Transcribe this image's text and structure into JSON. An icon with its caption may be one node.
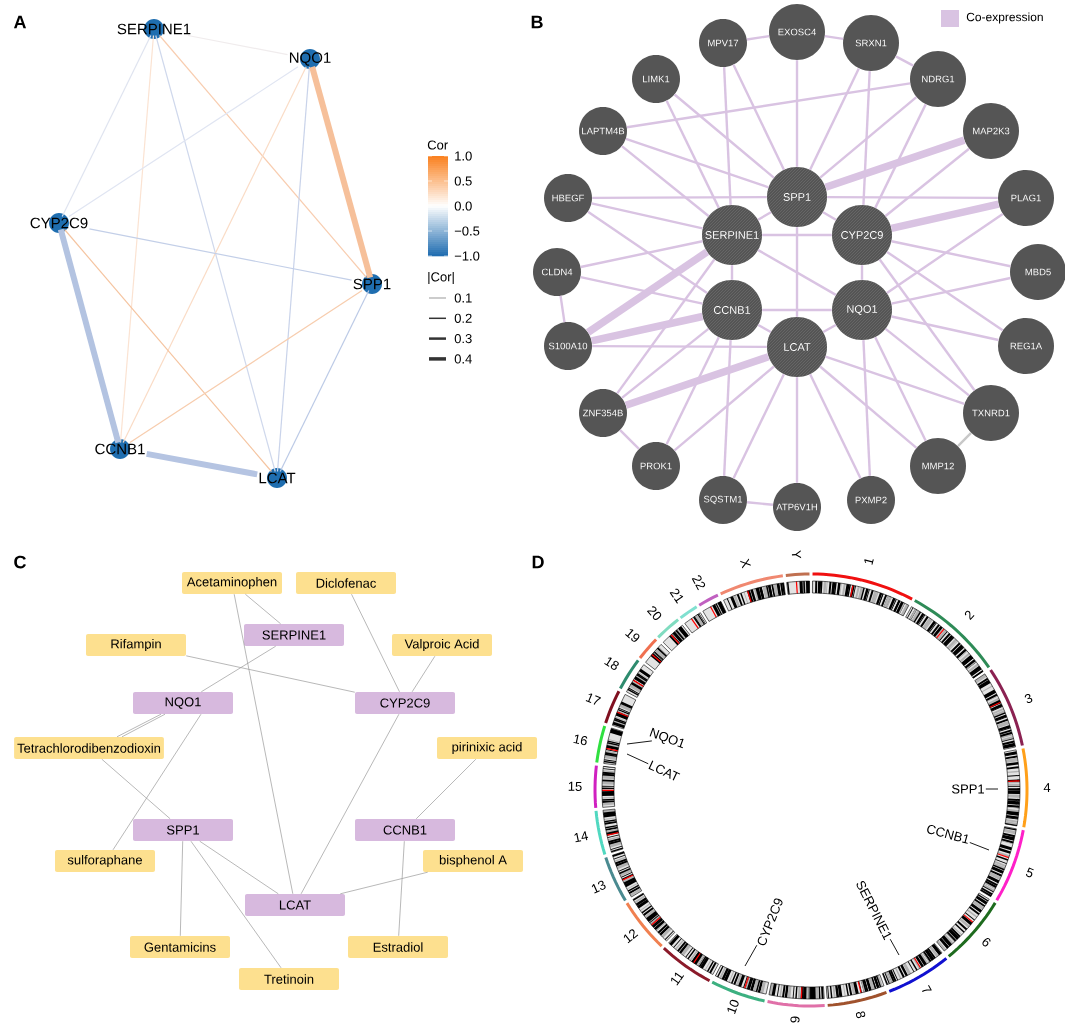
{
  "diagram": {
    "nodes": [
      {
        "text": [
          "SERPINE1"
        ]
      },
      {
        "text": [
          "NQO1"
        ]
      },
      {
        "text": [
          "CYP2C9"
        ]
      },
      {
        "text": [
          "SPP1"
        ]
      },
      {
        "text": [
          "CCNB1"
        ]
      },
      {
        "text": [
          "LCAT"
        ]
      },
      {
        "text": [
          "MPV17"
        ]
      },
      {
        "text": [
          "EXOSC4"
        ]
      },
      {
        "text": [
          "SRXN1"
        ]
      },
      {
        "text": [
          "LIMK1"
        ]
      },
      {
        "text": [
          "NDRG1"
        ]
      },
      {
        "text": [
          "LAPTM4B"
        ]
      },
      {
        "text": [
          "MAP2K3"
        ]
      },
      {
        "text": [
          "HBEGF"
        ]
      },
      {
        "text": [
          "SPP1"
        ]
      },
      {
        "text": [
          "PLAG1"
        ]
      },
      {
        "text": [
          "SERPINE1"
        ]
      },
      {
        "text": [
          "CYP2C9"
        ]
      },
      {
        "text": [
          "CLDN4"
        ]
      },
      {
        "text": [
          "MBD5"
        ]
      },
      {
        "text": [
          "CCNB1"
        ]
      },
      {
        "text": [
          "NQO1"
        ]
      },
      {
        "text": [
          "LCAT"
        ]
      },
      {
        "text": [
          "S100A10"
        ]
      },
      {
        "text": [
          "REG1A"
        ]
      },
      {
        "text": [
          "ZNF354B"
        ]
      },
      {
        "text": [
          "TXNRD1"
        ]
      },
      {
        "text": [
          "PROK1"
        ]
      },
      {
        "text": [
          "MMP12"
        ]
      },
      {
        "text": [
          "SQSTM1"
        ]
      },
      {
        "text": [
          "ATP6V1H"
        ]
      },
      {
        "text": [
          "PXMP2"
        ]
      },
      {
        "text": [
          "Acetaminophen"
        ]
      },
      {
        "text": [
          "Diclofenac"
        ]
      },
      {
        "text": [
          "SERPINE1"
        ]
      },
      {
        "text": [
          "Rifampin"
        ]
      },
      {
        "text": [
          "Valproic Acid"
        ]
      },
      {
        "text": [
          "NQO1"
        ]
      },
      {
        "text": [
          "CYP2C9"
        ]
      },
      {
        "text": [
          "Tetrachlorodibenzodioxin"
        ]
      },
      {
        "text": [
          "pirinixic acid"
        ]
      },
      {
        "text": [
          "SPP1"
        ]
      },
      {
        "text": [
          "CCNB1"
        ]
      },
      {
        "text": [
          "sulforaphane"
        ]
      },
      {
        "text": [
          "bisphenol A"
        ]
      },
      {
        "text": [
          "LCAT"
        ]
      },
      {
        "text": [
          "Gentamicins"
        ]
      },
      {
        "text": [
          "Estradiol"
        ]
      },
      {
        "text": [
          "Tretinoin"
        ]
      },
      {
        "text": [
          "NQO1"
        ]
      },
      {
        "text": [
          "LCAT"
        ]
      },
      {
        "text": [
          "SPP1"
        ]
      },
      {
        "text": [
          "CCNB1"
        ]
      },
      {
        "text": [
          "SERPINE1"
        ]
      },
      {
        "text": [
          "CYP2C9"
        ]
      }
    ],
    "edges": [
      {
        "from": 0,
        "to": 1,
        "arrow": "none",
        "color": "#f0eced"
      },
      {
        "from": 0,
        "to": 2,
        "arrow": "none",
        "color": "#dfe4f0"
      },
      {
        "from": 0,
        "to": 4,
        "arrow": "none",
        "color": "#fbe3d2"
      },
      {
        "from": 0,
        "to": 5,
        "arrow": "none",
        "color": "#cfd8ec"
      },
      {
        "from": 0,
        "to": 3,
        "arrow": "none",
        "color": "#f8cdb0"
      },
      {
        "from": 1,
        "to": 2,
        "arrow": "none",
        "color": "#e0e5f2"
      },
      {
        "from": 1,
        "to": 4,
        "arrow": "none",
        "color": "#fadcc6"
      },
      {
        "from": 1,
        "to": 5,
        "arrow": "none",
        "color": "#c9d3ea"
      },
      {
        "from": 1,
        "to": 3,
        "arrow": "none",
        "style": "thick",
        "color": "#f6c09a"
      },
      {
        "from": 2,
        "to": 3,
        "arrow": "none",
        "color": "#c3cfe8"
      },
      {
        "from": 2,
        "to": 4,
        "arrow": "none",
        "style": "thick",
        "color": "#b3c3e1"
      },
      {
        "from": 2,
        "to": 5,
        "arrow": "none",
        "color": "#f5c4a0"
      },
      {
        "from": 3,
        "to": 4,
        "arrow": "none",
        "color": "#f7cdae"
      },
      {
        "from": 3,
        "to": 5,
        "arrow": "none",
        "color": "#bccae6"
      },
      {
        "from": 4,
        "to": 5,
        "arrow": "none",
        "style": "thick",
        "color": "#b5c4e2"
      },
      {
        "from": 14,
        "to": 6,
        "arrow": "none"
      },
      {
        "from": 14,
        "to": 8,
        "arrow": "none"
      },
      {
        "from": 14,
        "to": 9,
        "arrow": "none"
      },
      {
        "from": 14,
        "to": 10,
        "arrow": "none"
      },
      {
        "from": 14,
        "to": 11,
        "arrow": "none"
      },
      {
        "from": 14,
        "to": 12,
        "arrow": "none",
        "style": "thick"
      },
      {
        "from": 14,
        "to": 13,
        "arrow": "none"
      },
      {
        "from": 14,
        "to": 15,
        "arrow": "none"
      },
      {
        "from": 14,
        "to": 7,
        "arrow": "none"
      },
      {
        "from": 14,
        "to": 16,
        "arrow": "none"
      },
      {
        "from": 14,
        "to": 17,
        "arrow": "none"
      },
      {
        "from": 14,
        "to": 22,
        "arrow": "none"
      },
      {
        "from": 16,
        "to": 9,
        "arrow": "none"
      },
      {
        "from": 16,
        "to": 11,
        "arrow": "none"
      },
      {
        "from": 16,
        "to": 13,
        "arrow": "none"
      },
      {
        "from": 16,
        "to": 18,
        "arrow": "none"
      },
      {
        "from": 16,
        "to": 23,
        "arrow": "none",
        "style": "thick"
      },
      {
        "from": 16,
        "to": 25,
        "arrow": "none"
      },
      {
        "from": 16,
        "to": 6,
        "arrow": "none"
      },
      {
        "from": 16,
        "to": 20,
        "arrow": "none"
      },
      {
        "from": 16,
        "to": 21,
        "arrow": "none"
      },
      {
        "from": 16,
        "to": 17,
        "arrow": "none"
      },
      {
        "from": 17,
        "to": 8,
        "arrow": "none"
      },
      {
        "from": 17,
        "to": 10,
        "arrow": "none"
      },
      {
        "from": 17,
        "to": 12,
        "arrow": "none"
      },
      {
        "from": 17,
        "to": 15,
        "arrow": "none",
        "style": "thick"
      },
      {
        "from": 17,
        "to": 19,
        "arrow": "none"
      },
      {
        "from": 17,
        "to": 24,
        "arrow": "none"
      },
      {
        "from": 17,
        "to": 26,
        "arrow": "none"
      },
      {
        "from": 17,
        "to": 21,
        "arrow": "none"
      },
      {
        "from": 20,
        "to": 13,
        "arrow": "none"
      },
      {
        "from": 20,
        "to": 18,
        "arrow": "none"
      },
      {
        "from": 20,
        "to": 23,
        "arrow": "none",
        "style": "thick"
      },
      {
        "from": 20,
        "to": 25,
        "arrow": "none"
      },
      {
        "from": 20,
        "to": 27,
        "arrow": "none"
      },
      {
        "from": 20,
        "to": 29,
        "arrow": "none"
      },
      {
        "from": 20,
        "to": 22,
        "arrow": "none"
      },
      {
        "from": 20,
        "to": 21,
        "arrow": "none"
      },
      {
        "from": 21,
        "to": 15,
        "arrow": "none"
      },
      {
        "from": 21,
        "to": 19,
        "arrow": "none"
      },
      {
        "from": 21,
        "to": 24,
        "arrow": "none"
      },
      {
        "from": 21,
        "to": 26,
        "arrow": "none"
      },
      {
        "from": 21,
        "to": 28,
        "arrow": "none"
      },
      {
        "from": 21,
        "to": 31,
        "arrow": "none"
      },
      {
        "from": 21,
        "to": 22,
        "arrow": "none"
      },
      {
        "from": 22,
        "to": 23,
        "arrow": "none"
      },
      {
        "from": 22,
        "to": 25,
        "arrow": "none",
        "style": "thick"
      },
      {
        "from": 22,
        "to": 26,
        "arrow": "none"
      },
      {
        "from": 22,
        "to": 27,
        "arrow": "none"
      },
      {
        "from": 22,
        "to": 28,
        "arrow": "none"
      },
      {
        "from": 22,
        "to": 29,
        "arrow": "none"
      },
      {
        "from": 22,
        "to": 30,
        "arrow": "none"
      },
      {
        "from": 22,
        "to": 31,
        "arrow": "none"
      },
      {
        "from": 7,
        "to": 8,
        "arrow": "none"
      },
      {
        "from": 8,
        "to": 10,
        "arrow": "none"
      },
      {
        "from": 11,
        "to": 10,
        "arrow": "none"
      },
      {
        "from": 18,
        "to": 23,
        "arrow": "none"
      },
      {
        "from": 25,
        "to": 27,
        "arrow": "none"
      },
      {
        "from": 29,
        "to": 30,
        "arrow": "none"
      },
      {
        "from": 6,
        "to": 7,
        "arrow": "none"
      },
      {
        "from": 26,
        "to": 28,
        "arrow": "none",
        "color": "#c8c8c8"
      },
      {
        "from": 32,
        "to": 34,
        "arrow": "none"
      },
      {
        "from": 32,
        "to": 45,
        "arrow": "none"
      },
      {
        "from": 33,
        "to": 38,
        "arrow": "none"
      },
      {
        "from": 35,
        "to": 38,
        "arrow": "none"
      },
      {
        "from": 36,
        "to": 38,
        "arrow": "none"
      },
      {
        "from": 34,
        "to": 37,
        "arrow": "none"
      },
      {
        "from": 37,
        "to": 39,
        "arrow": "none"
      },
      {
        "from": 37,
        "to": 39,
        "arrow": "none"
      },
      {
        "from": 37,
        "to": 43,
        "arrow": "none"
      },
      {
        "from": 39,
        "to": 41,
        "arrow": "none"
      },
      {
        "from": 38,
        "to": 45,
        "arrow": "none"
      },
      {
        "from": 40,
        "to": 42,
        "arrow": "none"
      },
      {
        "from": 41,
        "to": 45,
        "arrow": "none"
      },
      {
        "from": 41,
        "to": 46,
        "arrow": "none"
      },
      {
        "from": 41,
        "to": 48,
        "arrow": "none"
      },
      {
        "from": 42,
        "to": 47,
        "arrow": "none"
      },
      {
        "from": 44,
        "to": 45,
        "arrow": "none"
      },
      {
        "from": 49,
        "to": null,
        "arrow": "none",
        "color": "#000000"
      },
      {
        "from": 50,
        "to": null,
        "arrow": "none",
        "color": "#000000"
      },
      {
        "from": 51,
        "to": null,
        "arrow": "none",
        "color": "#000000"
      },
      {
        "from": 52,
        "to": null,
        "arrow": "none",
        "color": "#000000"
      },
      {
        "from": 53,
        "to": null,
        "arrow": "none",
        "color": "#000000"
      },
      {
        "from": 54,
        "to": null,
        "arrow": "none",
        "color": "#000000"
      }
    ],
    "labels": [
      "A",
      "B",
      "Cor",
      "1.0",
      "0.5",
      "0.0",
      "−0.5",
      "−1.0",
      "|Cor|",
      "C",
      "D",
      "1",
      "2",
      "3",
      "4",
      "5",
      "6",
      "7",
      "8",
      "9",
      "10",
      "11",
      "12",
      "13",
      "14",
      "15",
      "16",
      "17",
      "18",
      "19",
      "20",
      "21",
      "22",
      "X",
      "Y"
    ],
    "legend": [
      {
        "text": "0.1"
      },
      {
        "text": "0.2"
      },
      {
        "text": "0.3"
      },
      {
        "text": "0.4"
      },
      {
        "text": "Co-expression",
        "color": "#d9c3e2"
      }
    ]
  }
}
